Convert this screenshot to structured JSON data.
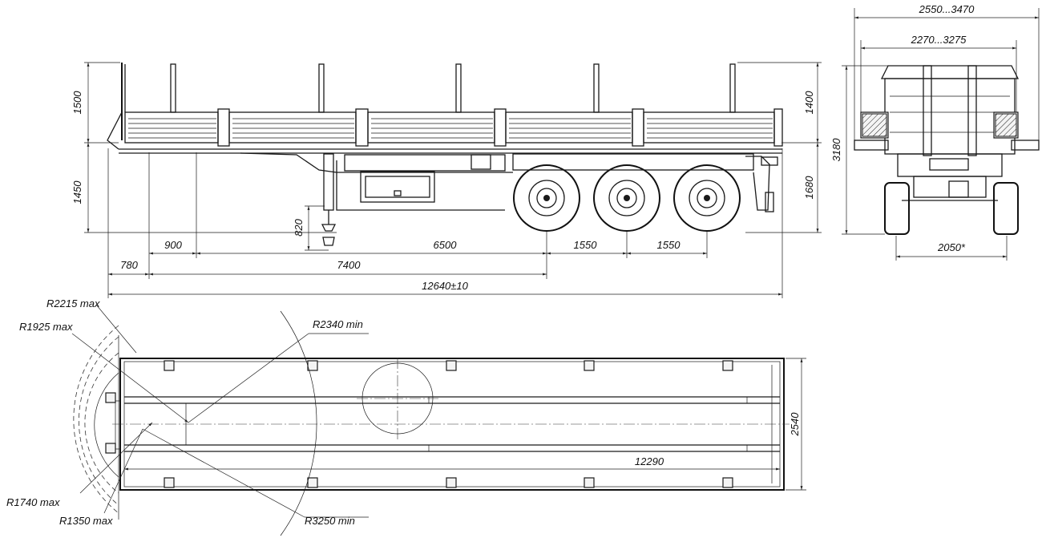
{
  "dimensions": {
    "side_view": {
      "stake_height": "1500",
      "side_board_height": "1400",
      "deck_height": "1450",
      "total_height": "1680",
      "support_height": "820",
      "kingpin_to_support": "900",
      "support_to_axle": "6500",
      "axle_spacing_1": "1550",
      "axle_spacing_2": "1550",
      "front_overhang": "780",
      "kingpin_to_axle": "7400",
      "overall_length": "12640±10"
    },
    "rear_view": {
      "overall_width": "2550...3470",
      "inner_width": "2270...3275",
      "overall_height": "3180",
      "track_width": "2050*"
    },
    "top_view": {
      "radius_1": "R2215 max",
      "radius_2": "R1925 max",
      "radius_3": "R2340 min",
      "radius_4": "R1740 max",
      "radius_5": "R1350  max",
      "radius_6": "R3250 min",
      "platform_length": "12290",
      "platform_width": "2540"
    }
  }
}
